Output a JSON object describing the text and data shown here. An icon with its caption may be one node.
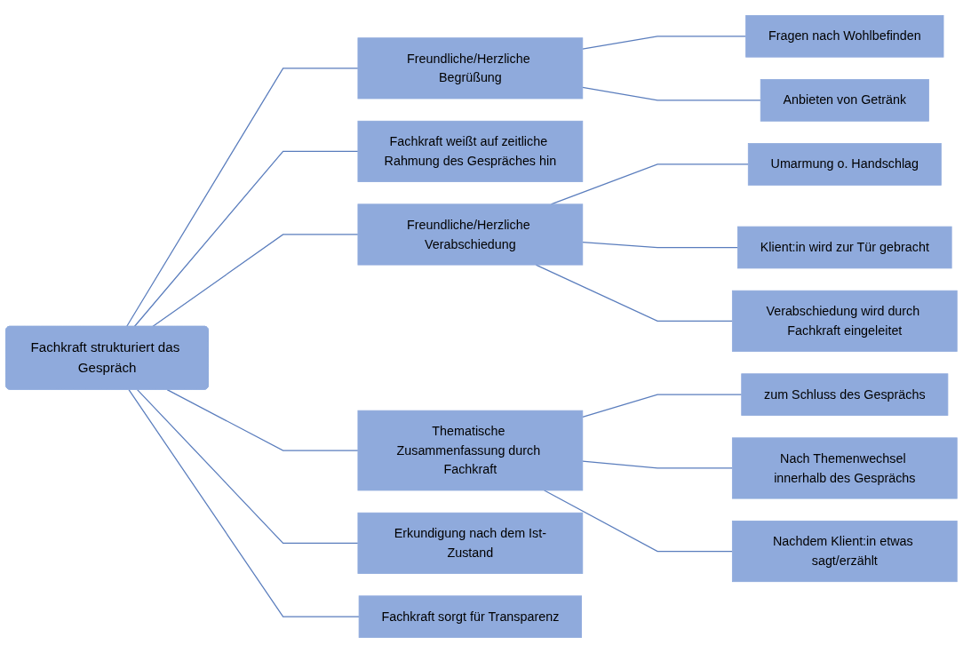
{
  "diagram": {
    "nodes": [
      {
        "text": [
          "Fachkraft strukturiert das Gespräch"
        ]
      },
      {
        "text": [
          "Freundliche/Herzliche Begrüßung"
        ]
      },
      {
        "text": [
          "Fragen nach Wohlbefinden"
        ]
      },
      {
        "text": [
          "Anbieten von Getränk"
        ]
      },
      {
        "text": [
          "Fachkraft weißt auf zeitliche Rahmung des Gespräches hin"
        ]
      },
      {
        "text": [
          "Freundliche/Herzliche Verabschiedung"
        ]
      },
      {
        "text": [
          "Umarmung o. Handschlag"
        ]
      },
      {
        "text": [
          "Klient:in wird zur Tür gebracht"
        ]
      },
      {
        "text": [
          "Verabschiedung wird durch Fachkraft eingeleitet"
        ]
      },
      {
        "text": [
          "Thematische Zusammenfassung durch Fachkraft"
        ]
      },
      {
        "text": [
          "zum Schluss des Gesprächs"
        ]
      },
      {
        "text": [
          "Nach Themenwechsel innerhalb des Gesprächs"
        ]
      },
      {
        "text": [
          "Nachdem Klient:in etwas sagt/erzählt"
        ]
      },
      {
        "text": [
          "Erkundigung nach dem Ist-Zustand"
        ]
      },
      {
        "text": [
          "Fachkraft sorgt für Transparenz"
        ]
      }
    ],
    "edges": [
      {
        "from": 0,
        "to": 1,
        "arrow": "none"
      },
      {
        "from": 1,
        "to": 2,
        "arrow": "none"
      },
      {
        "from": 1,
        "to": 3,
        "arrow": "none"
      },
      {
        "from": 0,
        "to": 4,
        "arrow": "none"
      },
      {
        "from": 0,
        "to": 5,
        "arrow": "none"
      },
      {
        "from": 5,
        "to": 6,
        "arrow": "none"
      },
      {
        "from": 5,
        "to": 7,
        "arrow": "none"
      },
      {
        "from": 5,
        "to": 8,
        "arrow": "none"
      },
      {
        "from": 0,
        "to": 9,
        "arrow": "none"
      },
      {
        "from": 9,
        "to": 10,
        "arrow": "none"
      },
      {
        "from": 9,
        "to": 11,
        "arrow": "none"
      },
      {
        "from": 9,
        "to": 12,
        "arrow": "none"
      },
      {
        "from": 0,
        "to": 13,
        "arrow": "none"
      },
      {
        "from": 0,
        "to": 14,
        "arrow": "none"
      }
    ]
  }
}
